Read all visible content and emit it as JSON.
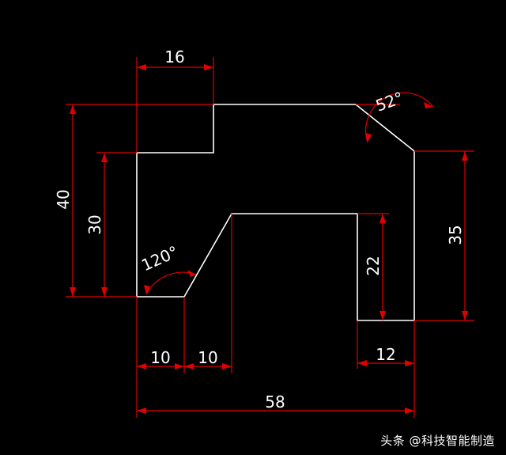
{
  "colors": {
    "background": "#000000",
    "outline": "#ffffff",
    "dimension": "#e00000",
    "text": "#ffffff"
  },
  "dimensions": {
    "top_width": "16",
    "total_height_left": "40",
    "inner_height_left": "30",
    "angle_top_right": "52°",
    "angle_bottom_left": "120°",
    "right_height": "35",
    "slot_height": "22",
    "bottom_left_a": "10",
    "bottom_left_b": "10",
    "slot_width": "12",
    "total_width": "58"
  },
  "watermark": {
    "text": "头条 @科技智能制造"
  }
}
